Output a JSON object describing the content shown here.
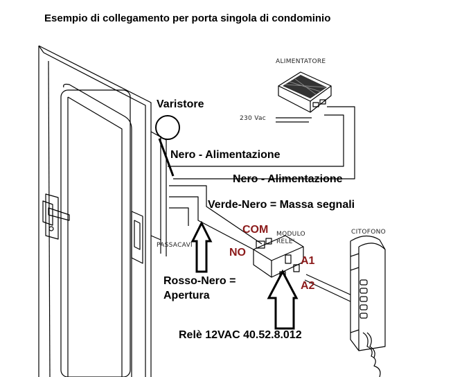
{
  "title": "Esempio di collegamento per porta singola di condominio",
  "labels": {
    "alimentatore": "ALIMENTATORE",
    "vac": "230 Vac",
    "varistore": "Varistore",
    "nero1": "Nero - Alimentazione",
    "nero2": "Nero - Alimentazione",
    "verde": "Verde-Nero = Massa segnali",
    "com": "COM",
    "no": "NO",
    "modulo1": "MODULO",
    "modulo2": "RELE'",
    "citofono": "CITOFONO",
    "passacavi": "PASSACAVI",
    "rosso1": "Rosso-Nero =",
    "rosso2": "Apertura",
    "a1": "A1",
    "a2": "A2",
    "rele": "Relè 12VAC  40.52.8.012"
  },
  "colors": {
    "line": "#000000",
    "accent": "#8b1a1a"
  }
}
